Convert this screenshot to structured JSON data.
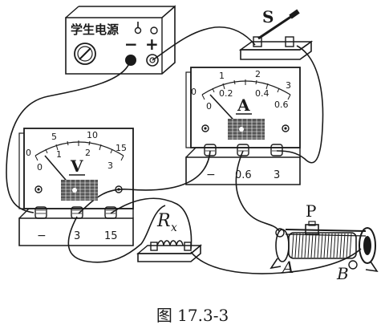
{
  "power_supply": {
    "label": "学生电源",
    "minus": "−",
    "plus": "+"
  },
  "switch": {
    "label": "S"
  },
  "ammeter": {
    "symbol": "A",
    "scale_top": [
      "0",
      "1",
      "2",
      "3"
    ],
    "scale_bottom": [
      "0",
      "0.2",
      "0.4",
      "0.6"
    ],
    "terminals": [
      "−",
      "0.6",
      "3"
    ]
  },
  "voltmeter": {
    "symbol": "V",
    "scale_top": [
      "0",
      "5",
      "10",
      "15"
    ],
    "scale_bottom": [
      "0",
      "1",
      "2",
      "3"
    ],
    "terminals": [
      "−",
      "3",
      "15"
    ]
  },
  "resistor": {
    "label": "R",
    "subscript": "x"
  },
  "rheostat": {
    "slider_label": "P",
    "end_a": "A",
    "end_b": "B"
  },
  "caption": "图 17.3-3"
}
